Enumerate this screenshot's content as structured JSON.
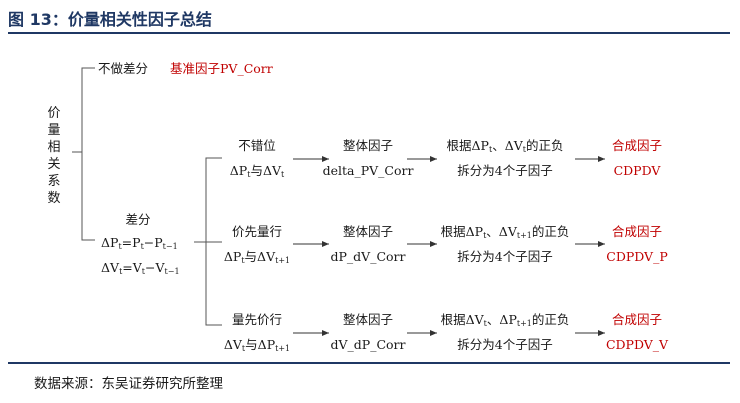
{
  "title": "图 13：价量相关性因子总结",
  "root": "价量相关系数",
  "no_diff": {
    "label": "不做差分",
    "benchmark": "基准因子PV_Corr"
  },
  "diff": {
    "label": "差分",
    "formula_p": {
      "lhs": "ΔP",
      "lhs_sub": "t",
      "eq": "=P",
      "s1": "t",
      "minus": "−P",
      "s2": "t−1"
    },
    "formula_v": {
      "lhs": "ΔV",
      "lhs_sub": "t",
      "eq": "=V",
      "s1": "t",
      "minus": "−V",
      "s2": "t−1"
    }
  },
  "branches": [
    {
      "title": "不错位",
      "pair": {
        "a": "ΔP",
        "a_sub": "t",
        "and": "与",
        "b": "ΔV",
        "b_sub": "t"
      },
      "whole": "整体因子",
      "whole_name": "delta_PV_Corr",
      "split_pre": "根据",
      "x1": "ΔP",
      "x1_sub": "t",
      "sep": "、",
      "x2": "ΔV",
      "x2_sub": "t",
      "split_post": "的正负",
      "split_line2": "拆分为4个子因子",
      "result": "合成因子",
      "result_name": "CDPDV"
    },
    {
      "title": "价先量行",
      "pair": {
        "a": "ΔP",
        "a_sub": "t",
        "and": "与",
        "b": "ΔV",
        "b_sub": "t+1"
      },
      "whole": "整体因子",
      "whole_name": "dP_dV_Corr",
      "split_pre": "根据",
      "x1": "ΔP",
      "x1_sub": "t",
      "sep": "、",
      "x2": "ΔV",
      "x2_sub": "t+1",
      "split_post": "的正负",
      "split_line2": "拆分为4个子因子",
      "result": "合成因子",
      "result_name": "CDPDV_P"
    },
    {
      "title": "量先价行",
      "pair": {
        "a": "ΔV",
        "a_sub": "t",
        "and": "与",
        "b": "ΔP",
        "b_sub": "t+1"
      },
      "whole": "整体因子",
      "whole_name": "dV_dP_Corr",
      "split_pre": "根据",
      "x1": "ΔV",
      "x1_sub": "t",
      "sep": "、",
      "x2": "ΔP",
      "x2_sub": "t+1",
      "split_post": "的正负",
      "split_line2": "拆分为4个子因子",
      "result": "合成因子",
      "result_name": "CDPDV_V"
    }
  ],
  "source": "数据来源：东吴证券研究所整理"
}
